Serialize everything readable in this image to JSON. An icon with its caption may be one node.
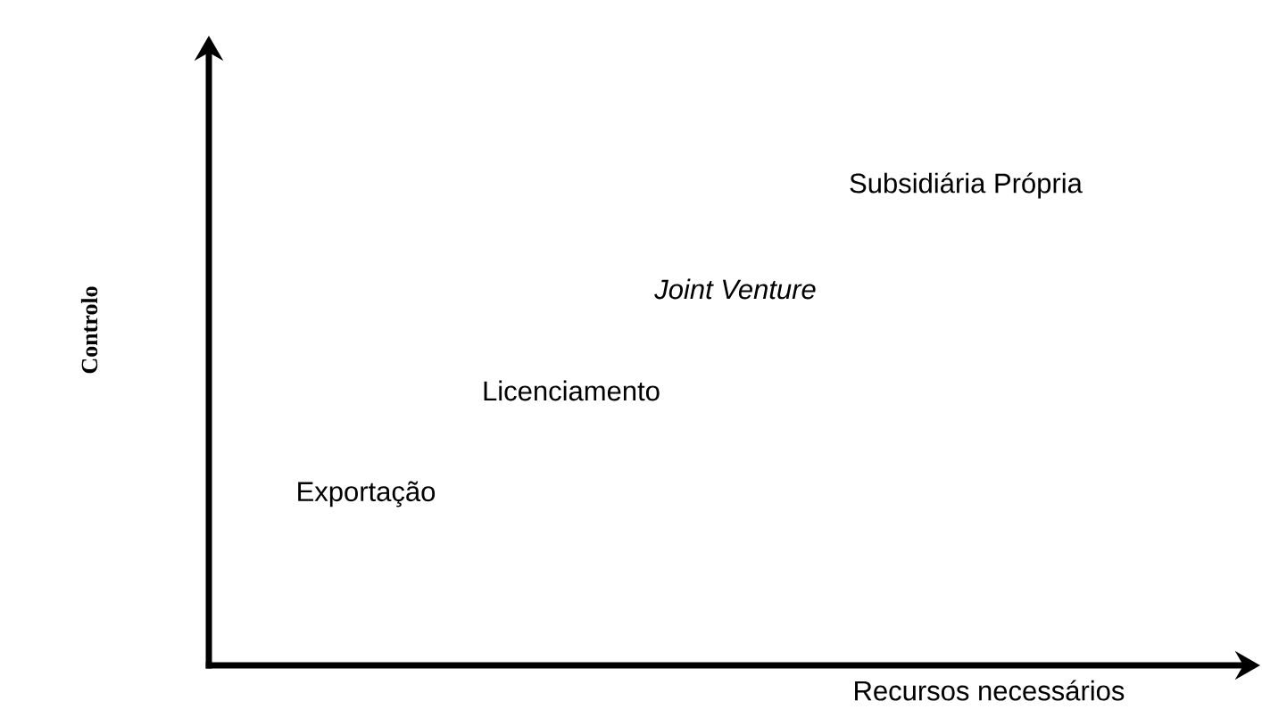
{
  "diagram": {
    "labels": [
      "Controlo",
      "Subsidiária Própria",
      "Joint Venture",
      "Licenciamento",
      "Exportação",
      "Recursos necessários"
    ]
  }
}
